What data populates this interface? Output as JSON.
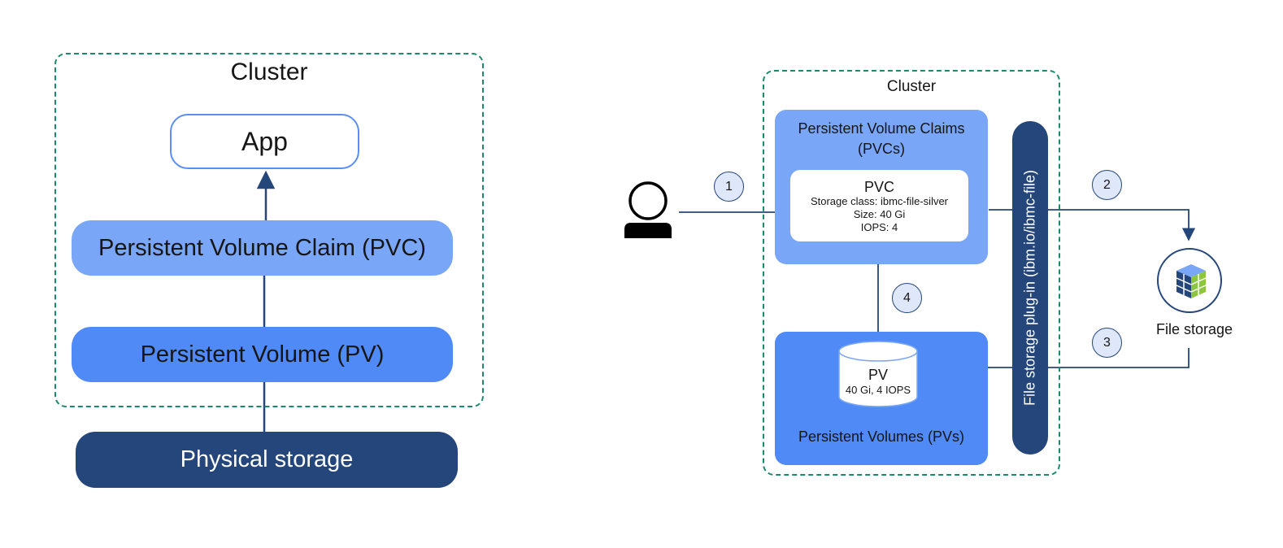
{
  "left_diagram": {
    "cluster_label": "Cluster",
    "app_label": "App",
    "pvc_label": "Persistent Volume Claim (PVC)",
    "pv_label": "Persistent Volume (PV)",
    "physical_storage_label": "Physical storage"
  },
  "right_diagram": {
    "cluster_label": "Cluster",
    "pvcs_title_line1": "Persistent Volume Claims",
    "pvcs_title_line2": "(PVCs)",
    "pvc_card": {
      "title": "PVC",
      "storage_class": "Storage class: ibmc-file-silver",
      "size": "Size: 40 Gi",
      "iops": "IOPS: 4"
    },
    "pv": {
      "title": "PV",
      "detail": "40 Gi, 4 IOPS"
    },
    "pvs_title": "Persistent Volumes (PVs)",
    "plugin_label": "File storage plug-in (ibm.io/ibmc-file)",
    "file_storage_label": "File storage",
    "steps": [
      "1",
      "2",
      "3",
      "4"
    ]
  },
  "icons": {
    "user": "user-icon",
    "file_storage": "file-storage-icon",
    "database": "database-cylinder-icon"
  },
  "colors": {
    "cluster_border": "#1b8a6b",
    "pvc_fill": "#7aa6f7",
    "pv_fill": "#4f8af6",
    "dark_navy": "#24467a",
    "step_circle": "#dfe7fb",
    "storage_green": "#8cc63f"
  }
}
